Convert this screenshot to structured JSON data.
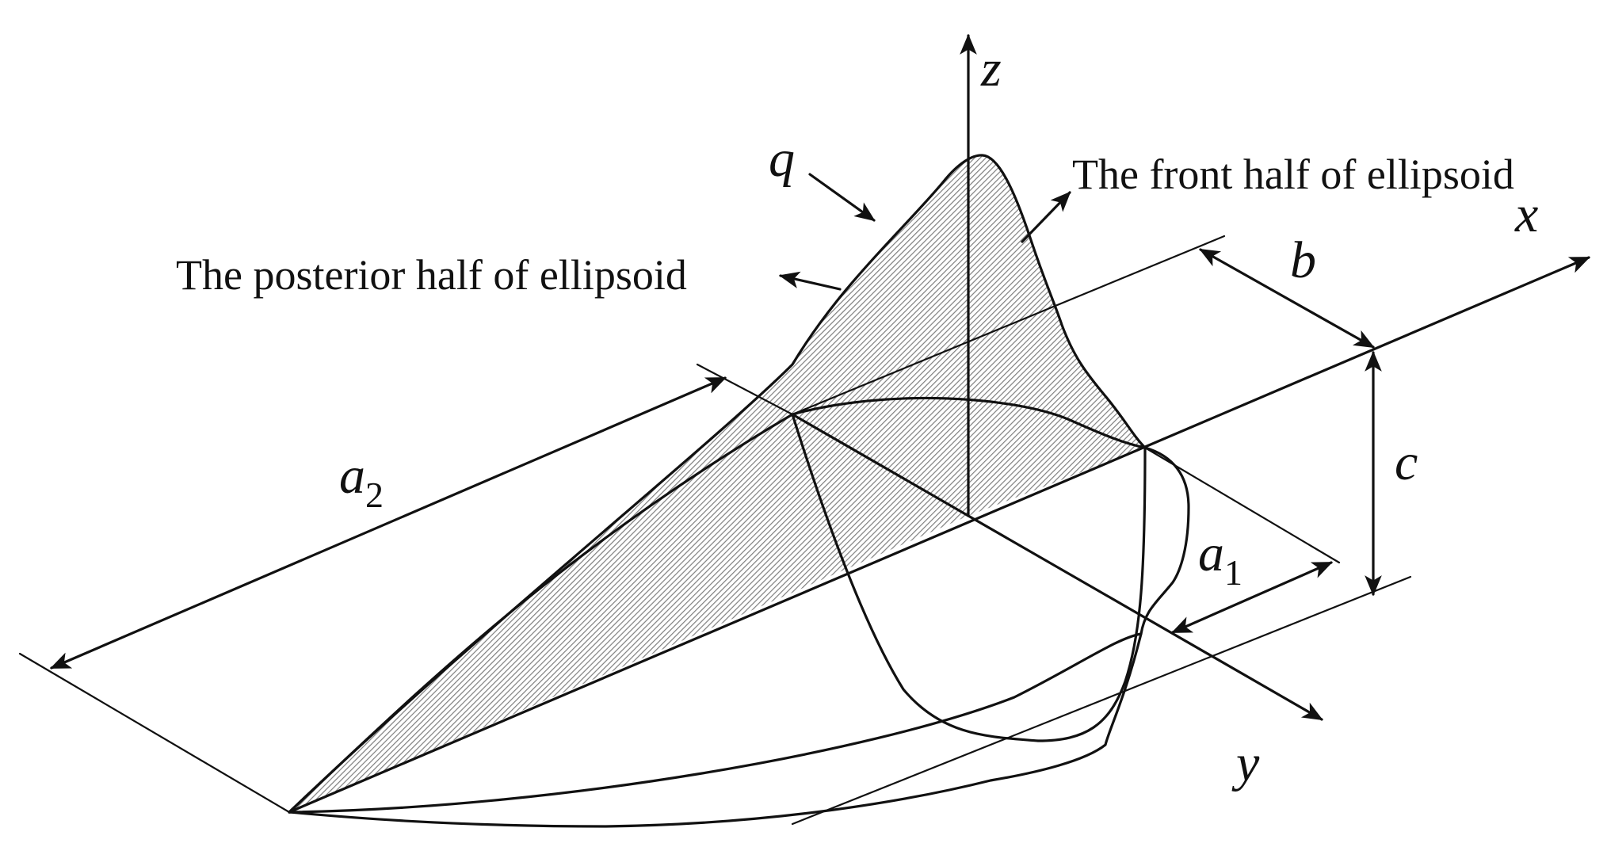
{
  "labels": {
    "z_axis": "z",
    "x_axis": "x",
    "y_axis": "y",
    "heat_flux": "q",
    "front_half": "The front half of ellipsoid",
    "posterior_half": "The posterior half of ellipsoid",
    "dim_b": "b",
    "dim_c": "c",
    "dim_a1_base": "a",
    "dim_a1_sub": "1",
    "dim_a2_base": "a",
    "dim_a2_sub": "2"
  },
  "colors": {
    "ink": "#111111",
    "hatch": "#8a8a8a",
    "background": "#ffffff"
  }
}
